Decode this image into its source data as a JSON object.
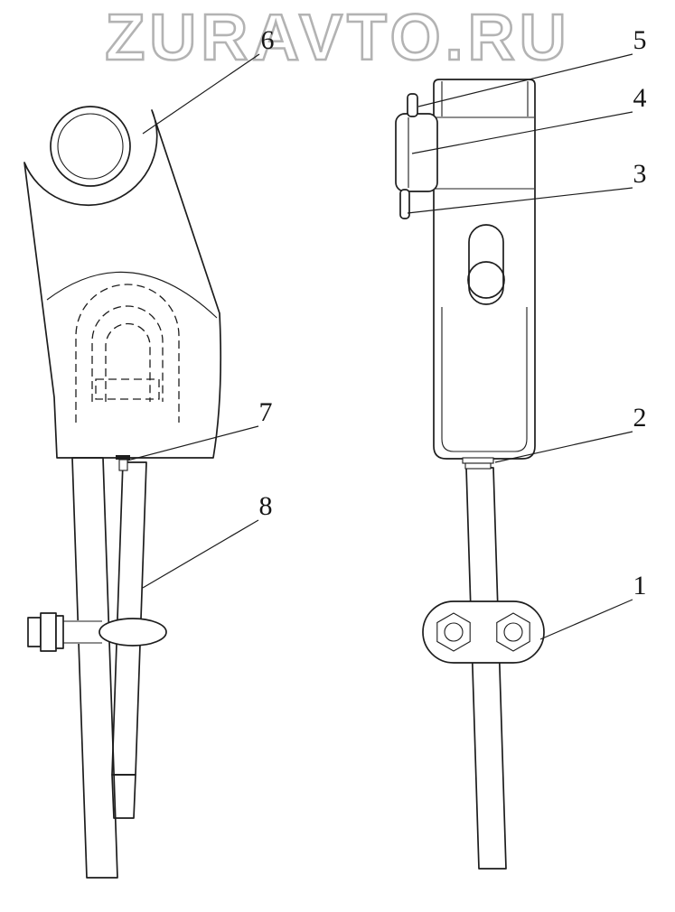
{
  "watermark": {
    "text": "ZURAVTO.RU",
    "outline_color": "#b3b3b3"
  },
  "diagram": {
    "description": "wedge-socket rope end assembly, side view and front view",
    "line_color": "#1d1d1d",
    "background": "#ffffff"
  },
  "labels": [
    {
      "id": "1",
      "text": "1"
    },
    {
      "id": "2",
      "text": "2"
    },
    {
      "id": "3",
      "text": "3"
    },
    {
      "id": "4",
      "text": "4"
    },
    {
      "id": "5",
      "text": "5"
    },
    {
      "id": "6",
      "text": "6"
    },
    {
      "id": "7",
      "text": "7"
    },
    {
      "id": "8",
      "text": "8"
    }
  ]
}
